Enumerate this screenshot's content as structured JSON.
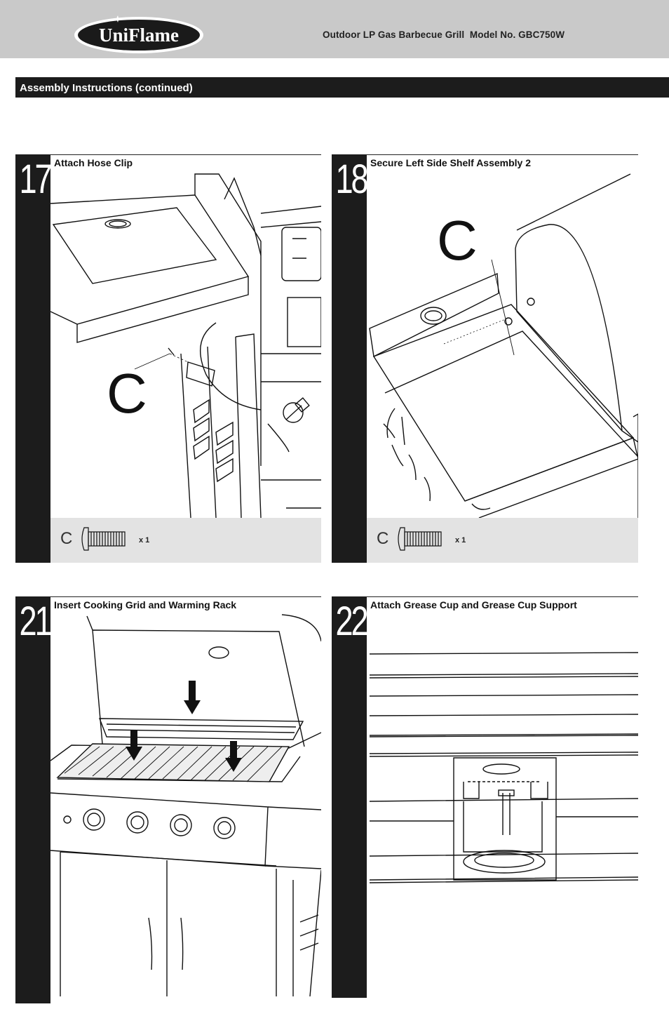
{
  "header": {
    "brand": "UniFlame",
    "document_title": "Outdoor LP Gas Barbecue Grill  Model No. GBC750W"
  },
  "section": {
    "title": "Assembly Instructions (continued)"
  },
  "steps": [
    {
      "number": "17",
      "title": "Attach Hose Clip",
      "callout": "C",
      "parts": {
        "letter": "C",
        "qty": "x 1"
      }
    },
    {
      "number": "18",
      "title": "Secure Left Side Shelf Assembly 2",
      "callout": "C",
      "parts": {
        "letter": "C",
        "qty": "x 1"
      }
    },
    {
      "number": "21",
      "title": "Insert Cooking Grid and Warming Rack"
    },
    {
      "number": "22",
      "title": "Attach Grease Cup and Grease Cup Support"
    }
  ]
}
